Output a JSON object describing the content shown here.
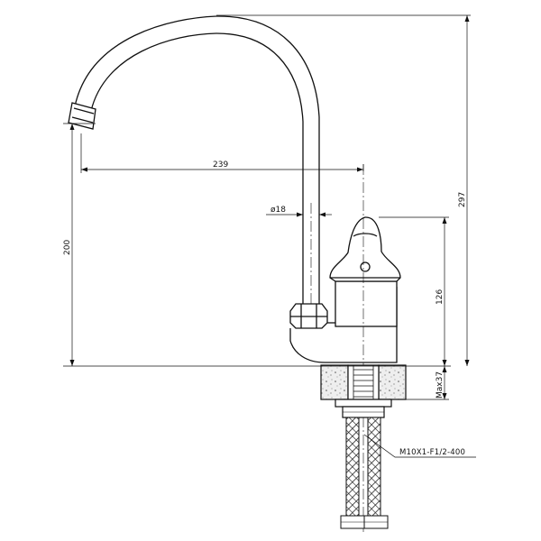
{
  "dimensions": {
    "spout_reach": "239",
    "pipe_diameter": "ø18",
    "spout_height": "200",
    "total_height": "297",
    "body_height": "126",
    "max_mount_thickness": "Max37"
  },
  "callouts": {
    "hose": "M10X1-F1/2-400"
  }
}
